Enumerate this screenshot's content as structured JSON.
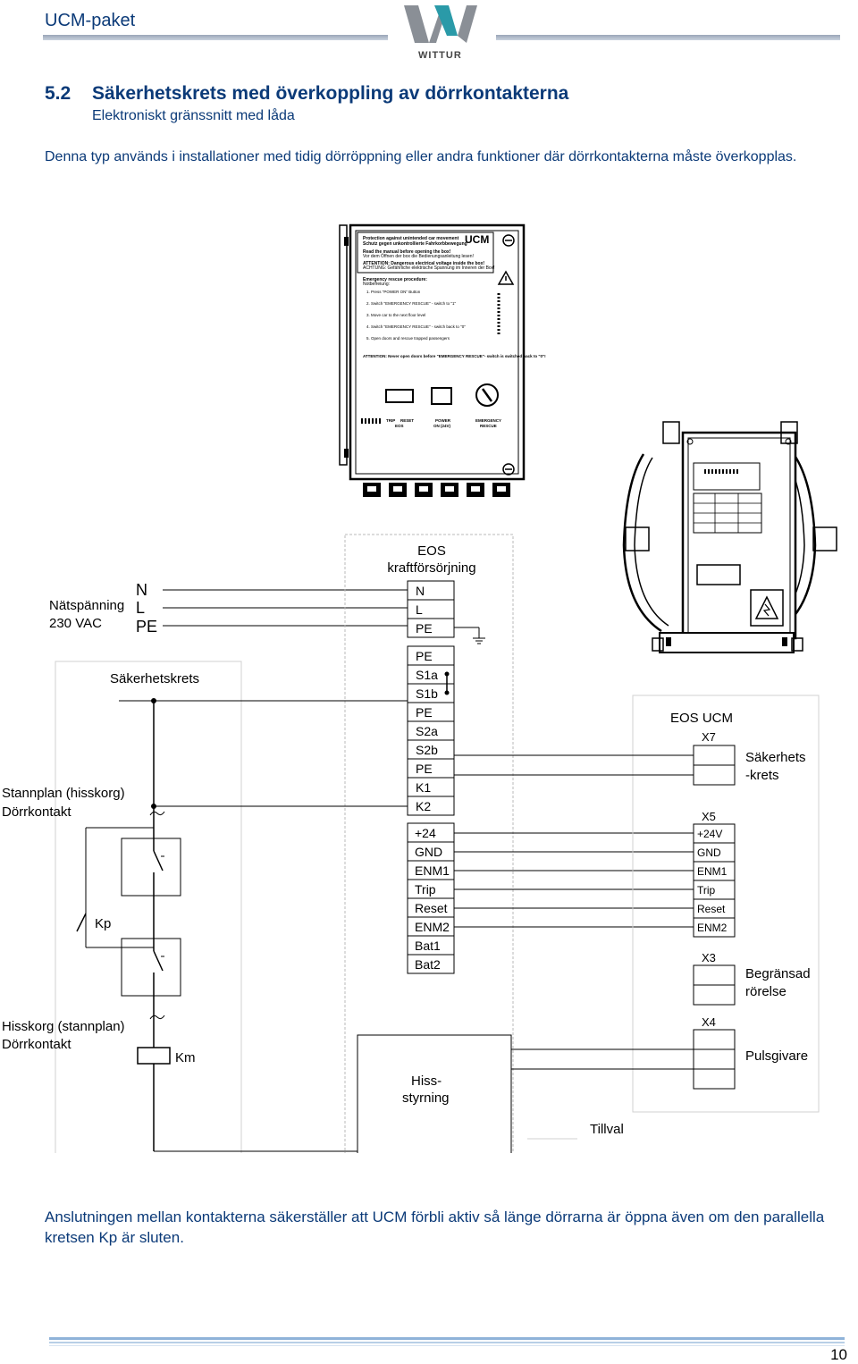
{
  "header": {
    "title": "UCM-paket",
    "logo_text": "WITTUR"
  },
  "section": {
    "number": "5.2",
    "title": "Säkerhetskrets med överkoppling av dörrkontakterna",
    "subtitle": "Elektroniskt gränssnitt med låda"
  },
  "intro_text": "Denna typ används i installationer med tidig dörröppning eller andra funktioner där dörrkontakterna måste överkopplas.",
  "diagram": {
    "mains_label_1": "Nätspänning",
    "mains_label_2": "230 VAC",
    "mains_lines": [
      "N",
      "L",
      "PE"
    ],
    "eos_power_title_1": "EOS",
    "eos_power_title_2": "kraftförsörjning",
    "eos_power_terminals": [
      "N",
      "L",
      "PE"
    ],
    "eos_terminals": [
      "PE",
      "S1a",
      "S1b",
      "PE",
      "S2a",
      "S2b",
      "PE",
      "K1",
      "K2",
      "+24",
      "GND",
      "ENM1",
      "Trip",
      "Reset",
      "ENM2",
      "Bat1",
      "Bat2"
    ],
    "safety_circuit_label": "Säkerhetskrets",
    "landing_door_label_1": "Stannplan (hisskorg)",
    "landing_door_label_2": "Dörrkontakt",
    "kp_label": "Kp",
    "car_door_label_1": "Hisskorg (stannplan)",
    "car_door_label_2": "Dörrkontakt",
    "km_label": "Km",
    "lift_control_label_1": "Hiss-",
    "lift_control_label_2": "styrning",
    "eos_ucm_label": "EOS UCM",
    "x7_label": "X7",
    "x5_label": "X5",
    "x3_label": "X3",
    "x4_label": "X4",
    "x5_terminals": [
      "+24V",
      "GND",
      "ENM1",
      "Trip",
      "Reset",
      "ENM2"
    ],
    "safety_label_1": "Säkerhets",
    "safety_label_2": "-krets",
    "limited_motion_1": "Begränsad",
    "limited_motion_2": "rörelse",
    "encoder_label": "Pulsgivare",
    "optional_label": "Tillval"
  },
  "device_box": {
    "brand": "UCM",
    "warning_1": "Protection against unintended car movement",
    "warning_2": "Schutz gegen unkontrollierte Fahrkorbbewegung",
    "warning_3": "Read the manual before opening the box!",
    "warning_4": "Vor dem Öffnen der box die Bedienungsanleitung lesen!",
    "warning_5": "ATTENTION: Dangerous electrical voltage inside the box!",
    "warning_6": "ACHTUNG: Gefährliche elektrische Spannung im Inneren der Box!",
    "procedure_title": "Emergency rescue procedure:",
    "procedure_title_de": "Notbefreiung:",
    "steps": [
      "1. Press \"POWER ON\" Button",
      "2. Switch \"EMERGENCY RESCUE\" - switch to \"1\"",
      "3. Move car to the next floor level",
      "4. Switch \"EMERGENCY RESCUE\" - switch back to \"0\"",
      "5. Open doors and rescue trapped passengers"
    ],
    "attention_note": "ATTENTION: Never open doors before \"EMERGENCY RESCUE\"- switch is switched back to \"0\"!",
    "button_labels": [
      "TRIP",
      "RESET",
      "POWER",
      "EMERGENCY"
    ],
    "button_sublabels": [
      "EOS",
      "ON (24V)",
      "RESCUE"
    ]
  },
  "bottom_text": "Anslutningen mellan kontakterna säkerställer att UCM förbli aktiv så länge dörrarna är öppna även om den parallella kretsen Kp är sluten.",
  "page_number": "10"
}
